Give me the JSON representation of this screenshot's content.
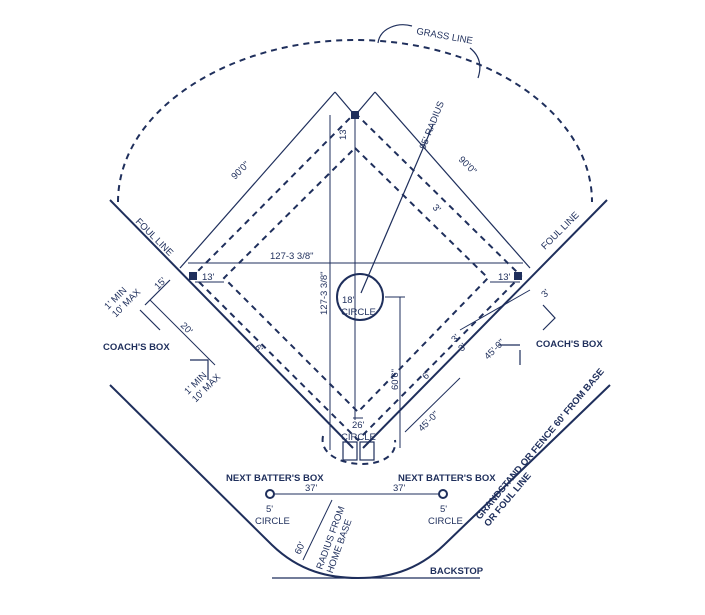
{
  "labels": {
    "grass_line": "GRASS LINE",
    "radius_95": "95' RADIUS",
    "dim_13_top": "13'",
    "dim_90_left": "90'0\"",
    "dim_90_right": "90'0\"",
    "dim_3_top": "3'",
    "foul_line_left": "FOUL LINE",
    "foul_line_right": "FOUL LINE",
    "dim_127_horizontal": "127-3 3/8\"",
    "dim_127_vertical": "127-3 3/8\"",
    "dim_13_left": "13'",
    "dim_13_right": "13'",
    "dim_15": "15'",
    "dim_1min_10max_top": "1' MIN\n10' MAX",
    "circle_18_line1": "18'",
    "circle_18_line2": "CIRCLE",
    "dim_3_right": "3'",
    "dim_20": "20'",
    "coach_box_left": "COACH'S BOX",
    "coach_box_right": "COACH'S BOX",
    "dim_6_left": "6'",
    "dim_45_upper": "45'-0\"",
    "dim_3_mid1": "3'",
    "dim_3_mid2": "3'",
    "dim_60_6": "60'6\"",
    "dim_1min_10max_bottom": "1' MIN\n10' MAX",
    "dim_6_right": "6'",
    "dim_45_lower": "45'-0\"",
    "circle_26_line1": "26'",
    "circle_26_line2": "CIRCLE",
    "next_batter_left": "NEXT BATTER'S BOX",
    "next_batter_right": "NEXT BATTER'S BOX",
    "grandstand": "GRANDSTAND OR FENCE 60' FROM BASE\nOR FOUL LINE",
    "dim_37_left": "37'",
    "dim_37_right": "37'",
    "circle_5_left_line1": "5'",
    "circle_5_left_line2": "CIRCLE",
    "circle_5_right_line1": "5'",
    "circle_5_right_line2": "CIRCLE",
    "dim_60": "60'",
    "radius_home": "RADIUS FROM\nHOME BASE",
    "backstop": "BACKSTOP"
  },
  "colors": {
    "ink": "#1f2f5c",
    "background": "#ffffff"
  }
}
